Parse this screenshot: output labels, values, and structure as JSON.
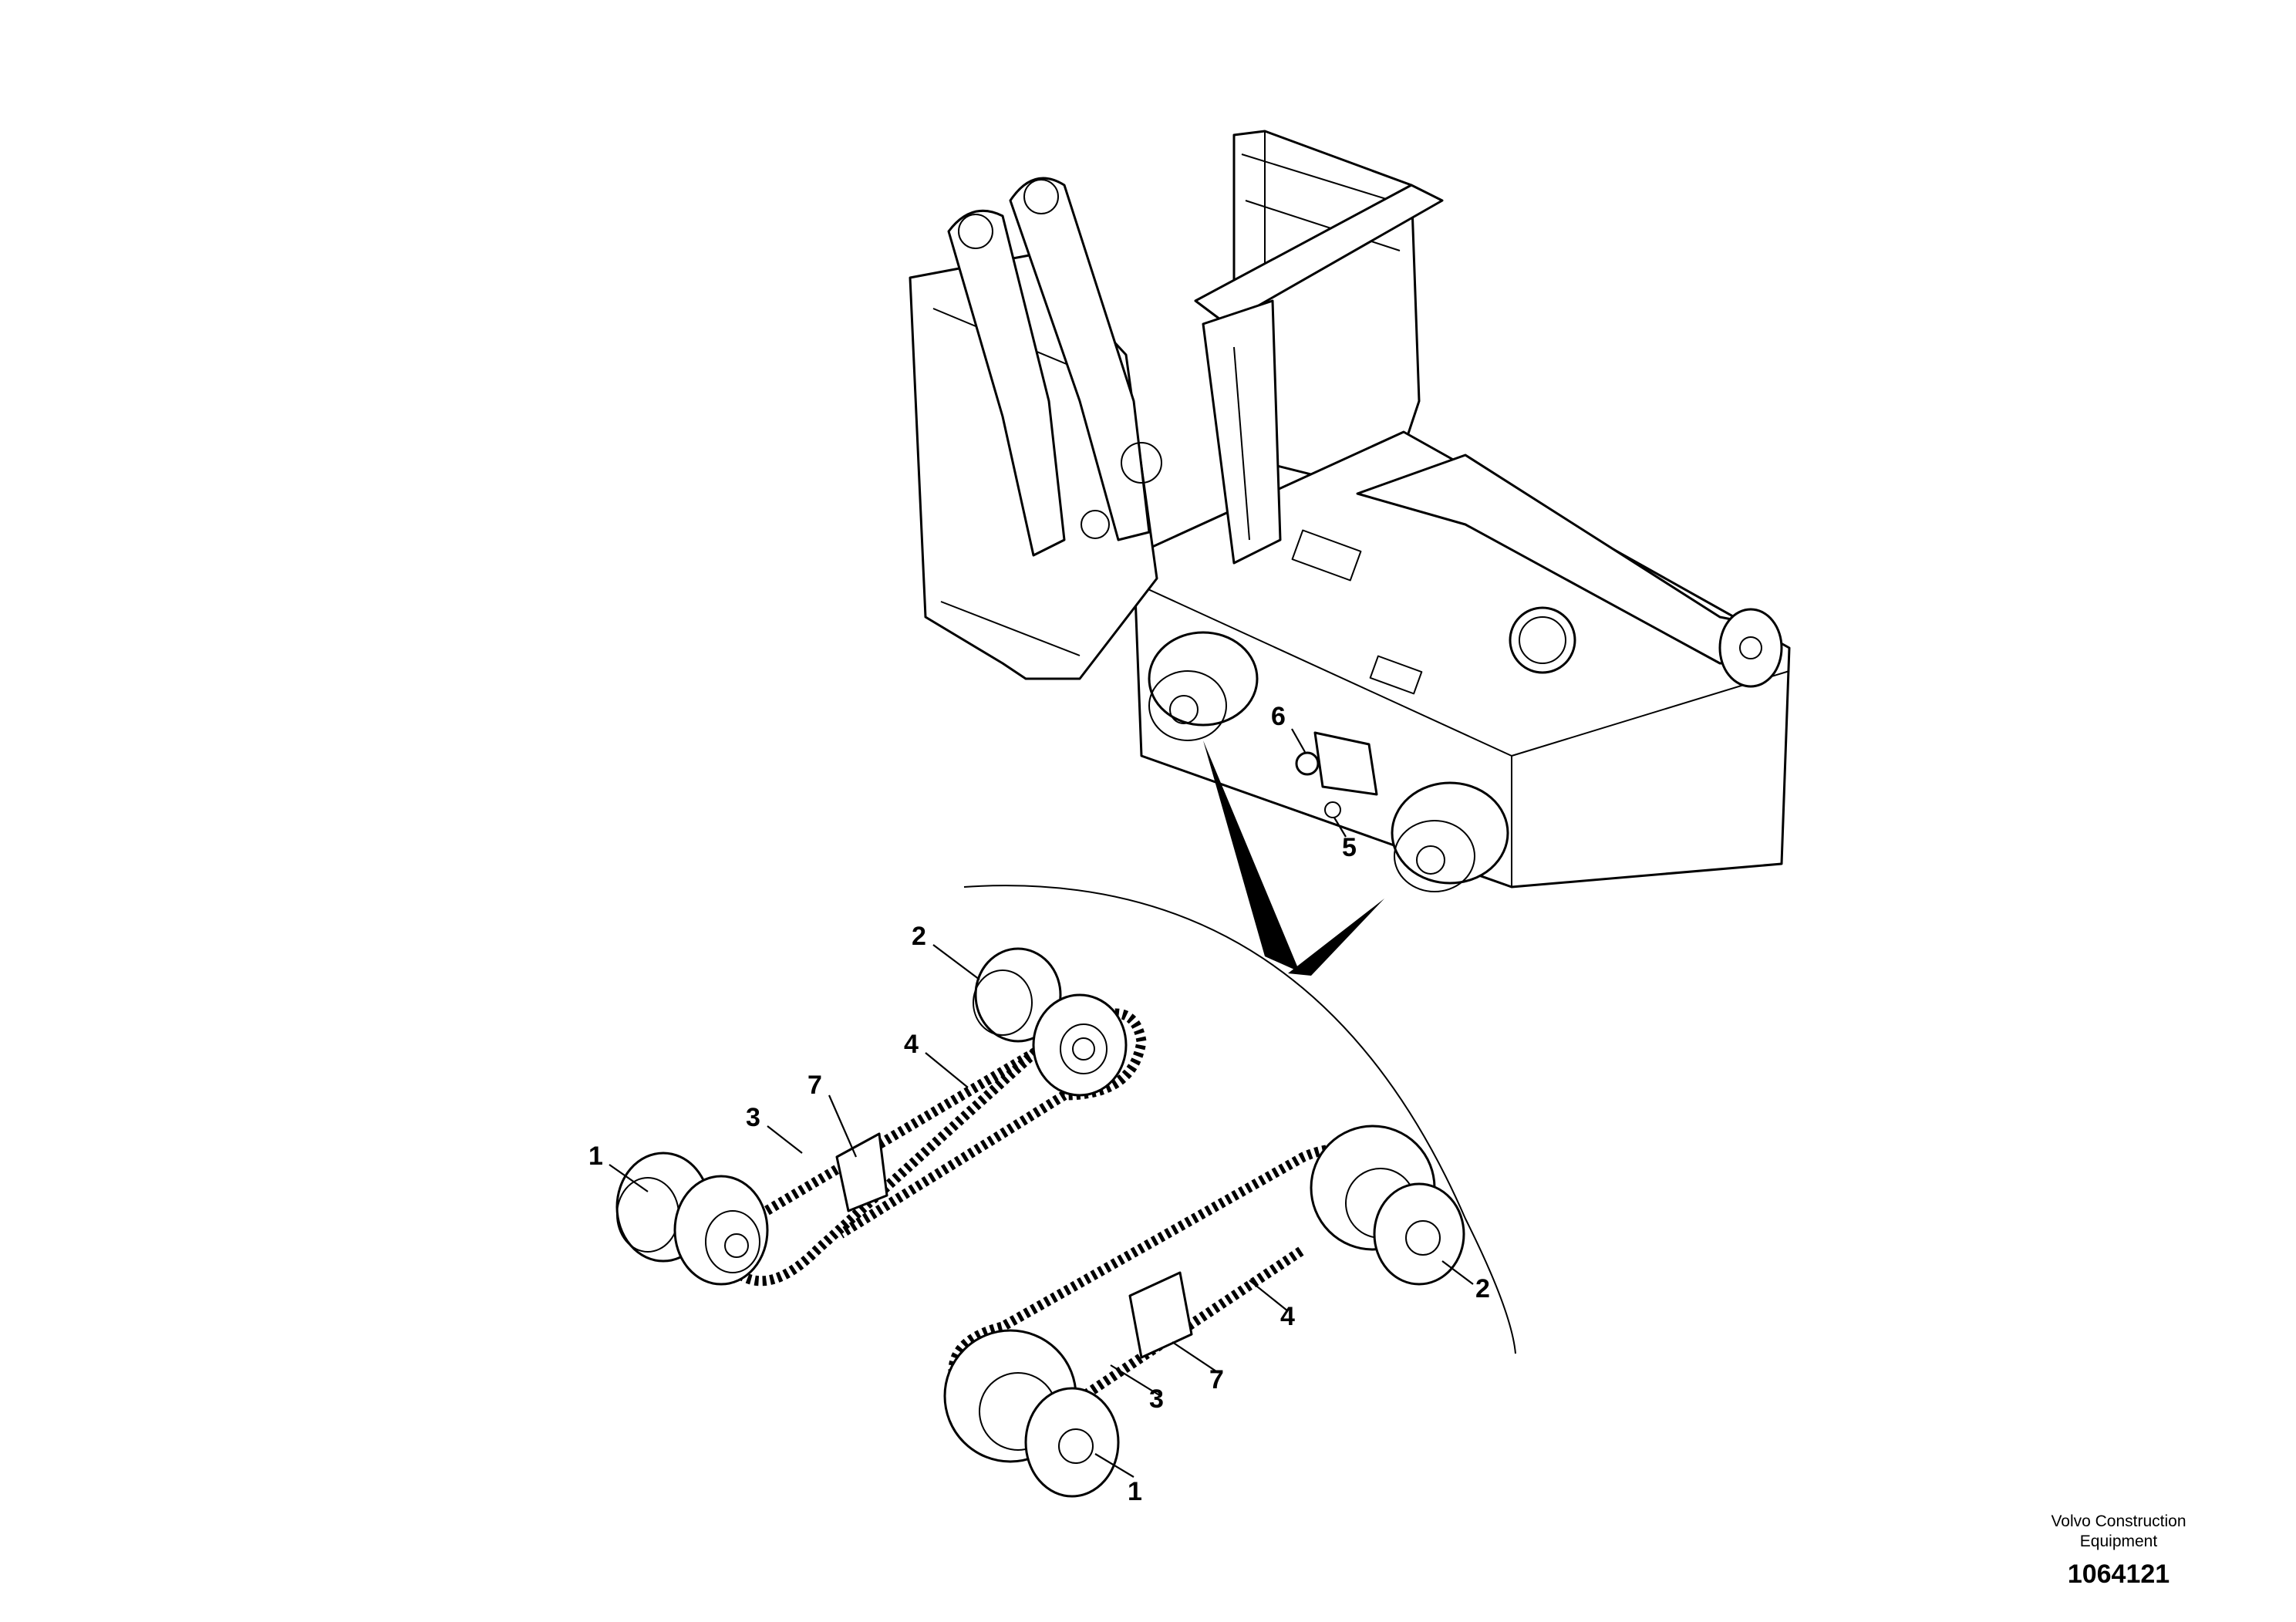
{
  "callouts": {
    "c1a": "1",
    "c2a": "2",
    "c3a": "3",
    "c4a": "4",
    "c7a": "7",
    "c1b": "1",
    "c2b": "2",
    "c3b": "3",
    "c4b": "4",
    "c7b": "7",
    "c5": "5",
    "c6": "6"
  },
  "footer": {
    "brand_line1": "Volvo Construction",
    "brand_line2": "Equipment",
    "doc_number": "1064121"
  }
}
